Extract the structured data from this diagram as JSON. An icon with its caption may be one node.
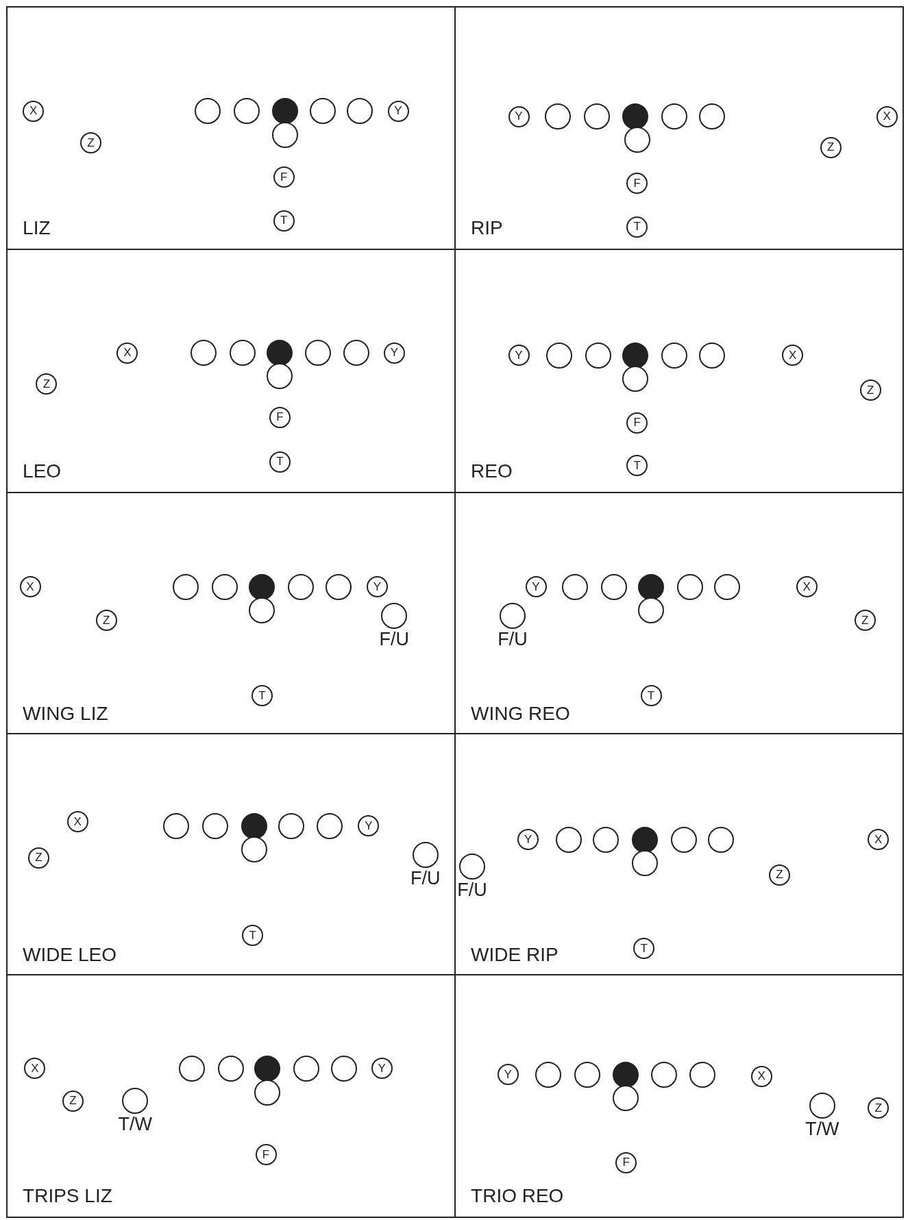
{
  "diagram": {
    "nodes": [
      {
        "text": [
          "LIZ"
        ]
      },
      {
        "text": [
          "X"
        ],
        "in": 0
      },
      {
        "text": [],
        "shape": "circle",
        "in": 0
      },
      {
        "text": [],
        "shape": "circle",
        "in": 0
      },
      {
        "text": [],
        "shape": "dot",
        "in": 0
      },
      {
        "text": [],
        "shape": "circle",
        "in": 0
      },
      {
        "text": [],
        "shape": "circle",
        "in": 0
      },
      {
        "text": [
          "Y"
        ],
        "in": 0
      },
      {
        "text": [
          "Z"
        ],
        "in": 0
      },
      {
        "text": [],
        "shape": "circle",
        "in": 0
      },
      {
        "text": [
          "F"
        ],
        "in": 0
      },
      {
        "text": [
          "T"
        ],
        "in": 0
      },
      {
        "text": [
          "RIP"
        ]
      },
      {
        "text": [
          "Y"
        ],
        "in": 12
      },
      {
        "text": [],
        "shape": "circle",
        "in": 12
      },
      {
        "text": [],
        "shape": "circle",
        "in": 12
      },
      {
        "text": [],
        "shape": "dot",
        "in": 12
      },
      {
        "text": [],
        "shape": "circle",
        "in": 12
      },
      {
        "text": [],
        "shape": "circle",
        "in": 12
      },
      {
        "text": [
          "X"
        ],
        "in": 12
      },
      {
        "text": [],
        "shape": "circle",
        "in": 12
      },
      {
        "text": [
          "Z"
        ],
        "in": 12
      },
      {
        "text": [
          "F"
        ],
        "in": 12
      },
      {
        "text": [
          "T"
        ],
        "in": 12
      },
      {
        "text": [
          "LEO"
        ]
      },
      {
        "text": [
          "X"
        ],
        "in": 24
      },
      {
        "text": [],
        "shape": "circle",
        "in": 24
      },
      {
        "text": [],
        "shape": "circle",
        "in": 24
      },
      {
        "text": [],
        "shape": "dot",
        "in": 24
      },
      {
        "text": [],
        "shape": "circle",
        "in": 24
      },
      {
        "text": [],
        "shape": "circle",
        "in": 24
      },
      {
        "text": [
          "Y"
        ],
        "in": 24
      },
      {
        "text": [],
        "shape": "circle",
        "in": 24
      },
      {
        "text": [
          "Z"
        ],
        "in": 24
      },
      {
        "text": [
          "F"
        ],
        "in": 24
      },
      {
        "text": [
          "T"
        ],
        "in": 24
      },
      {
        "text": [
          "REO"
        ]
      },
      {
        "text": [
          "Y"
        ],
        "in": 36
      },
      {
        "text": [],
        "shape": "circle",
        "in": 36
      },
      {
        "text": [],
        "shape": "circle",
        "in": 36
      },
      {
        "text": [],
        "shape": "dot",
        "in": 36
      },
      {
        "text": [],
        "shape": "circle",
        "in": 36
      },
      {
        "text": [],
        "shape": "circle",
        "in": 36
      },
      {
        "text": [
          "X"
        ],
        "in": 36
      },
      {
        "text": [],
        "shape": "circle",
        "in": 36
      },
      {
        "text": [
          "Z"
        ],
        "in": 36
      },
      {
        "text": [
          "F"
        ],
        "in": 36
      },
      {
        "text": [
          "T"
        ],
        "in": 36
      },
      {
        "text": [
          "WING LIZ"
        ]
      },
      {
        "text": [
          "X"
        ],
        "in": 48
      },
      {
        "text": [],
        "shape": "circle",
        "in": 48
      },
      {
        "text": [],
        "shape": "circle",
        "in": 48
      },
      {
        "text": [],
        "shape": "dot",
        "in": 48
      },
      {
        "text": [],
        "shape": "circle",
        "in": 48
      },
      {
        "text": [],
        "shape": "circle",
        "in": 48
      },
      {
        "text": [
          "Y"
        ],
        "in": 48
      },
      {
        "text": [
          "Z"
        ],
        "in": 48
      },
      {
        "text": [],
        "shape": "circle",
        "in": 48
      },
      {
        "text": [],
        "shape": "circle",
        "beside": [
          "F/U"
        ],
        "in": 48
      },
      {
        "text": [
          "T"
        ],
        "in": 48
      },
      {
        "text": [
          "WING REO"
        ]
      },
      {
        "text": [
          "Y"
        ],
        "in": 60
      },
      {
        "text": [],
        "shape": "circle",
        "in": 60
      },
      {
        "text": [],
        "shape": "circle",
        "in": 60
      },
      {
        "text": [],
        "shape": "dot",
        "in": 60
      },
      {
        "text": [],
        "shape": "circle",
        "in": 60
      },
      {
        "text": [],
        "shape": "circle",
        "in": 60
      },
      {
        "text": [
          "X"
        ],
        "in": 60
      },
      {
        "text": [],
        "shape": "circle",
        "beside": [
          "F/U"
        ],
        "in": 60
      },
      {
        "text": [],
        "shape": "circle",
        "in": 60
      },
      {
        "text": [
          "Z"
        ],
        "in": 60
      },
      {
        "text": [
          "T"
        ],
        "in": 60
      },
      {
        "text": [
          "WIDE LEO"
        ]
      },
      {
        "text": [
          "X"
        ],
        "in": 72
      },
      {
        "text": [],
        "shape": "circle",
        "in": 72
      },
      {
        "text": [],
        "shape": "circle",
        "in": 72
      },
      {
        "text": [],
        "shape": "dot",
        "in": 72
      },
      {
        "text": [],
        "shape": "circle",
        "in": 72
      },
      {
        "text": [],
        "shape": "circle",
        "in": 72
      },
      {
        "text": [
          "Y"
        ],
        "in": 72
      },
      {
        "text": [],
        "shape": "circle",
        "beside": [
          "F/U"
        ],
        "in": 72
      },
      {
        "text": [],
        "shape": "circle",
        "in": 72
      },
      {
        "text": [
          "Z"
        ],
        "in": 72
      },
      {
        "text": [
          "T"
        ],
        "in": 72
      },
      {
        "text": [
          "WIDE RIP"
        ]
      },
      {
        "text": [
          "Y"
        ],
        "in": 84
      },
      {
        "text": [],
        "shape": "circle",
        "in": 84
      },
      {
        "text": [],
        "shape": "circle",
        "in": 84
      },
      {
        "text": [],
        "shape": "dot",
        "in": 84
      },
      {
        "text": [],
        "shape": "circle",
        "in": 84
      },
      {
        "text": [],
        "shape": "circle",
        "in": 84
      },
      {
        "text": [
          "X"
        ],
        "in": 84
      },
      {
        "text": [],
        "shape": "circle",
        "in": 84
      },
      {
        "text": [],
        "shape": "circle",
        "beside": [
          "F/U"
        ],
        "in": 84
      },
      {
        "text": [
          "Z"
        ],
        "in": 84
      },
      {
        "text": [
          "T"
        ],
        "in": 84
      },
      {
        "text": [
          "TRIPS LIZ"
        ]
      },
      {
        "text": [
          "X"
        ],
        "in": 96
      },
      {
        "text": [],
        "shape": "circle",
        "in": 96
      },
      {
        "text": [],
        "shape": "circle",
        "in": 96
      },
      {
        "text": [],
        "shape": "dot",
        "in": 96
      },
      {
        "text": [],
        "shape": "circle",
        "in": 96
      },
      {
        "text": [],
        "shape": "circle",
        "in": 96
      },
      {
        "text": [
          "Y"
        ],
        "in": 96
      },
      {
        "text": [
          "Z"
        ],
        "in": 96
      },
      {
        "text": [],
        "shape": "circle",
        "beside": [
          "T/W"
        ],
        "in": 96
      },
      {
        "text": [],
        "shape": "circle",
        "in": 96
      },
      {
        "text": [
          "F"
        ],
        "in": 96
      },
      {
        "text": [
          "TRIO REO"
        ]
      },
      {
        "text": [
          "Y"
        ],
        "in": 108
      },
      {
        "text": [],
        "shape": "circle",
        "in": 108
      },
      {
        "text": [],
        "shape": "circle",
        "in": 108
      },
      {
        "text": [],
        "shape": "dot",
        "in": 108
      },
      {
        "text": [],
        "shape": "circle",
        "in": 108
      },
      {
        "text": [],
        "shape": "circle",
        "in": 108
      },
      {
        "text": [
          "X"
        ],
        "in": 108
      },
      {
        "text": [],
        "shape": "circle",
        "in": 108
      },
      {
        "text": [],
        "shape": "circle",
        "beside": [
          "T/W"
        ],
        "in": 108
      },
      {
        "text": [
          "Z"
        ],
        "in": 108
      },
      {
        "text": [
          "F"
        ],
        "in": 108
      }
    ]
  }
}
